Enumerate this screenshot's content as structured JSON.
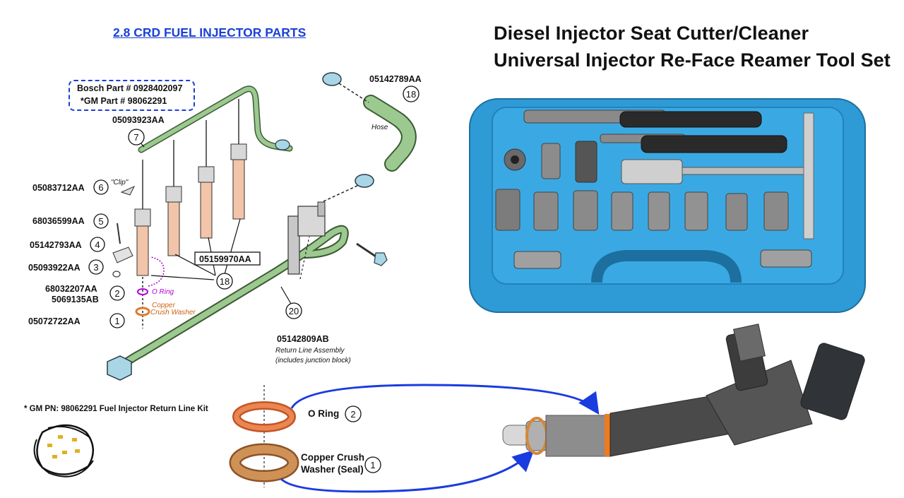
{
  "diagram": {
    "title": "2.8 CRD FUEL INJECTOR PARTS",
    "bosch_note": {
      "line1": "Bosch Part # 0928402097",
      "line2": "*GM Part # 98062291"
    },
    "part_labels": [
      {
        "part": "05093923AA",
        "num": "7"
      },
      {
        "part": "05083712AA",
        "num": "6",
        "note": "\"Clip\""
      },
      {
        "part": "68036599AA",
        "num": "5"
      },
      {
        "part": "05142793AA",
        "num": "4"
      },
      {
        "part": "05093922AA",
        "num": "3"
      },
      {
        "part": "68032207AA",
        "part2": "5069135AB",
        "num": "2",
        "note": "O Ring"
      },
      {
        "part": "05072722AA",
        "num": "1",
        "note": "Copper Crush Washer"
      }
    ],
    "injector_part": "05159970AA",
    "injector_num": "18",
    "hose": {
      "part": "05142789AA",
      "num": "18",
      "note": "Hose"
    },
    "return_line": {
      "part": "05142809AB",
      "num": "20",
      "desc1": "Return Line Assembly",
      "desc2": "(includes junction block)"
    },
    "copper_note_line1": "Copper",
    "copper_note_line2": "Crush Washer"
  },
  "kit": {
    "gm_label": "* GM PN: 98062291 Fuel Injector Return Line Kit"
  },
  "seals": {
    "o_ring": "O Ring",
    "o_ring_num": "2",
    "washer_line1": "Copper Crush",
    "washer_line2": "Washer (Seal)",
    "washer_num": "1"
  },
  "tool_set": {
    "title_line1": "Diesel Injector Seat Cutter/Cleaner",
    "title_line2": "Universal Injector Re-Face Reamer Tool Set"
  },
  "colors": {
    "title_blue": "#1b3fd6",
    "case_blue": "#2e9bd6",
    "hose_green": "#9cc98f",
    "injector_pink": "#f2c4a9",
    "o_ring_color": "#e0703a",
    "copper_color": "#c47a3a",
    "note_purple": "#b000d6",
    "note_orange": "#d06010",
    "arrow_blue": "#1a3be0"
  }
}
